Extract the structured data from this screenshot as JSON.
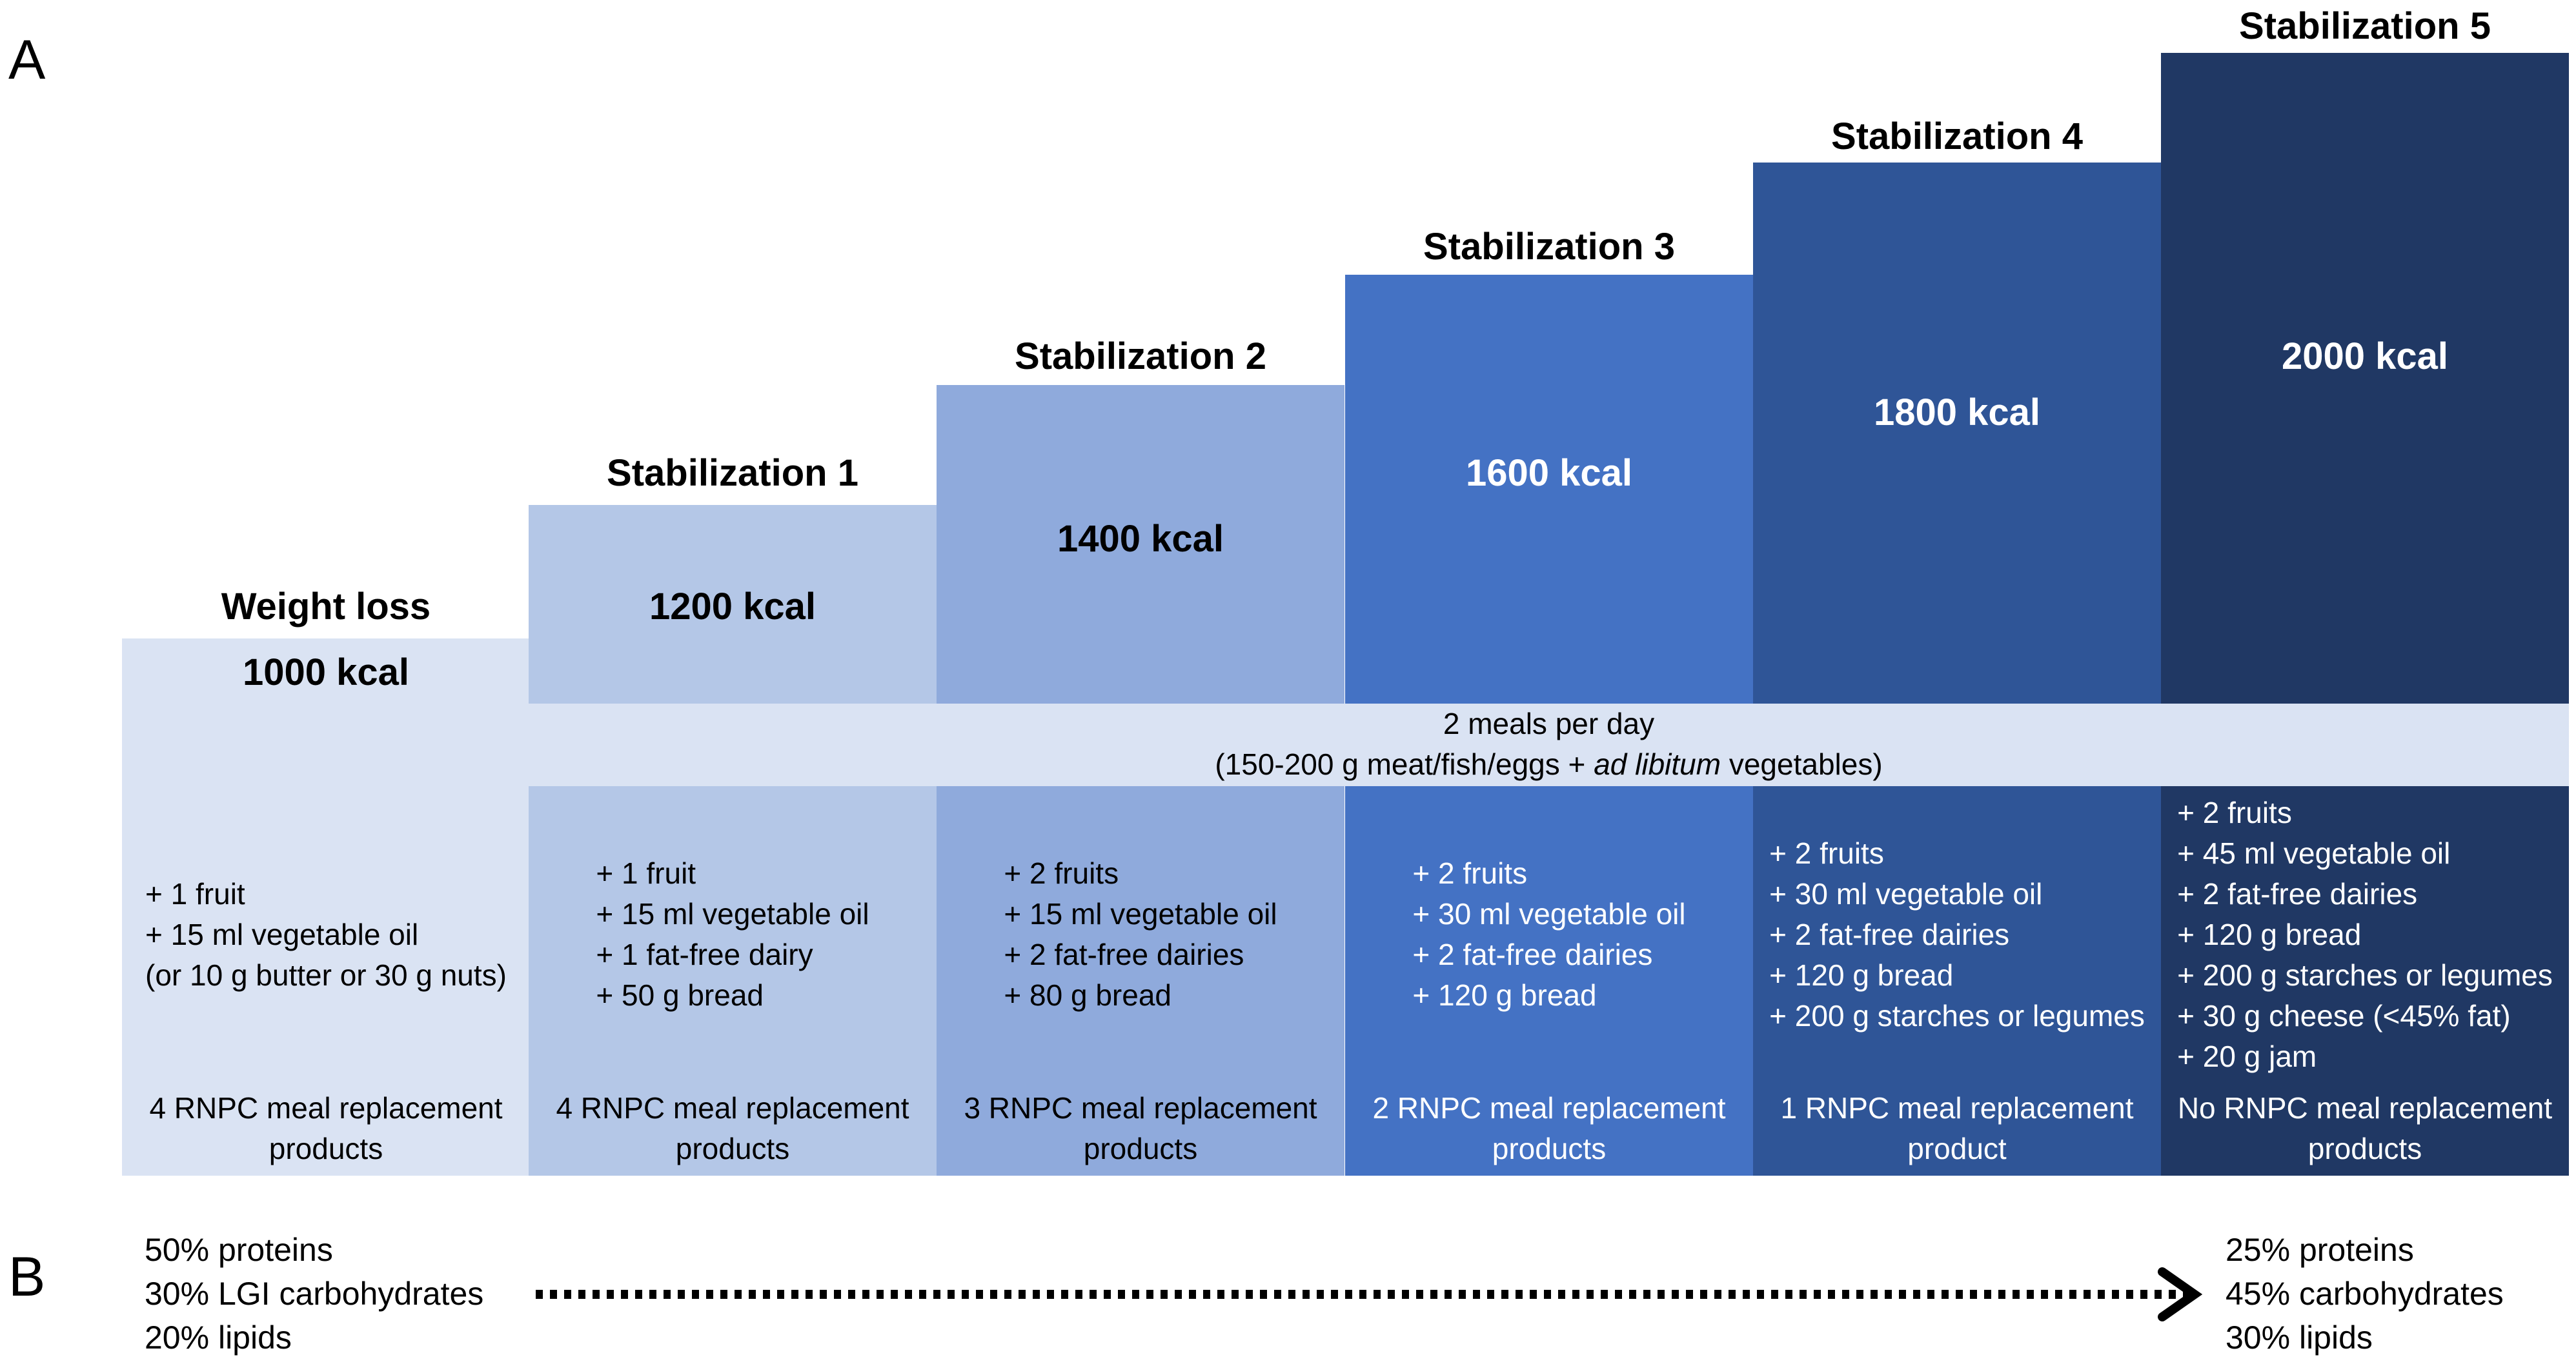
{
  "panel_labels": {
    "a": "A",
    "b": "B"
  },
  "colors": [
    "#dae3f3",
    "#b4c7e7",
    "#8faadc",
    "#4472c4",
    "#2f5597",
    "#203864"
  ],
  "phases": [
    {
      "title": "Weight loss",
      "kcal": "1000 kcal",
      "items": [
        "+ 1 fruit",
        "+ 15 ml vegetable oil",
        "(or 10 g butter or 30 g nuts)"
      ],
      "replacement": "4 RNPC meal replacement products"
    },
    {
      "title": "Stabilization 1",
      "kcal": "1200 kcal",
      "items": [
        "+ 1 fruit",
        "+ 15 ml vegetable oil",
        "+ 1 fat-free dairy",
        "+ 50 g bread"
      ],
      "replacement": "4 RNPC meal replacement products"
    },
    {
      "title": "Stabilization 2",
      "kcal": "1400 kcal",
      "items": [
        "+ 2 fruits",
        "+ 15 ml vegetable oil",
        "+ 2 fat-free dairies",
        "+ 80 g bread"
      ],
      "replacement": "3 RNPC meal replacement products"
    },
    {
      "title": "Stabilization 3",
      "kcal": "1600 kcal",
      "items": [
        "+ 2 fruits",
        "+ 30 ml vegetable oil",
        "+ 2 fat-free dairies",
        "+ 120 g bread"
      ],
      "replacement": "2 RNPC meal replacement products"
    },
    {
      "title": "Stabilization 4",
      "kcal": "1800 kcal",
      "items": [
        "+ 2 fruits",
        "+ 30 ml vegetable oil",
        "+ 2 fat-free dairies",
        "+ 120 g bread",
        "+ 200 g starches or legumes"
      ],
      "replacement": "1 RNPC meal replacement product"
    },
    {
      "title": "Stabilization 5",
      "kcal": "2000 kcal",
      "items": [
        "+ 2 fruits",
        "+ 45 ml vegetable oil",
        "+ 2 fat-free dairies",
        "+ 120 g bread",
        "+ 200 g starches or legumes",
        "+ 30 g cheese (<45% fat)",
        "+ 20 g jam"
      ],
      "replacement": "No RNPC meal replacement products"
    }
  ],
  "meals_band": {
    "line1": "2 meals per day",
    "line2_before": "(150-200 g meat/fish/eggs + ",
    "line2_italic": "ad libitum",
    "line2_after": " vegetables)"
  },
  "macros": {
    "start": [
      "50% proteins",
      "30% LGI carbohydrates",
      "20% lipids"
    ],
    "end": [
      "25% proteins",
      "45% carbohydrates",
      "30% lipids"
    ],
    "arrow_icon": "dotted-arrow-right"
  }
}
